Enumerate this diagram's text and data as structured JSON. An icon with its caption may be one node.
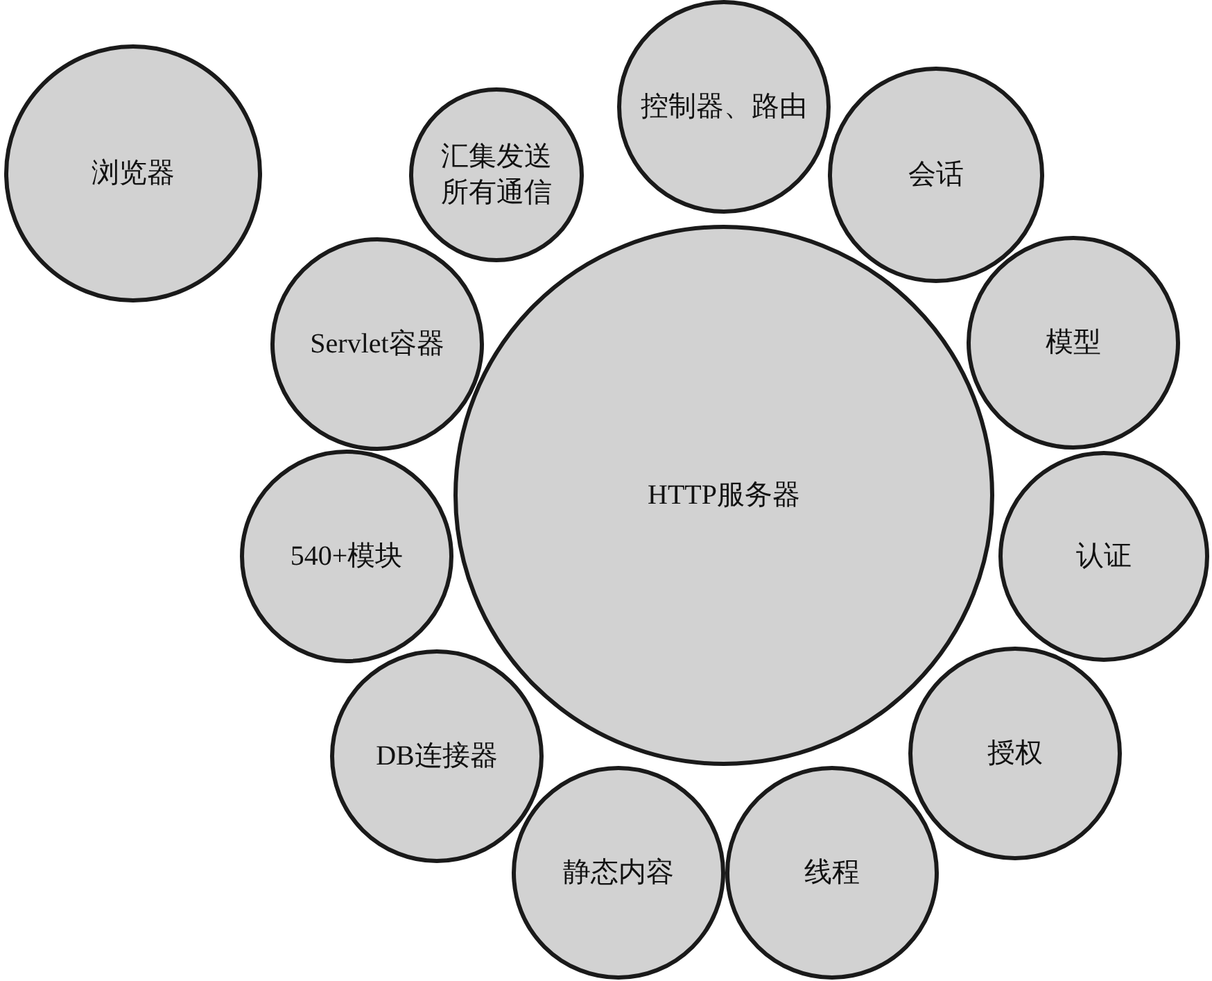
{
  "diagram": {
    "nodes": [
      {
        "text": [
          "浏览器"
        ]
      },
      {
        "text": [
          "汇集发送所有通信"
        ]
      },
      {
        "text": [
          "控制器、路由"
        ]
      },
      {
        "text": [
          "会话"
        ]
      },
      {
        "text": [
          "Servlet容器"
        ]
      },
      {
        "text": [
          "模型"
        ]
      },
      {
        "text": [
          "HTTP服务器"
        ]
      },
      {
        "text": [
          "540+模块"
        ]
      },
      {
        "text": [
          "认证"
        ]
      },
      {
        "text": [
          "DB连接器"
        ]
      },
      {
        "text": [
          "授权"
        ]
      },
      {
        "text": [
          "静态内容"
        ]
      },
      {
        "text": [
          "线程"
        ]
      }
    ]
  }
}
